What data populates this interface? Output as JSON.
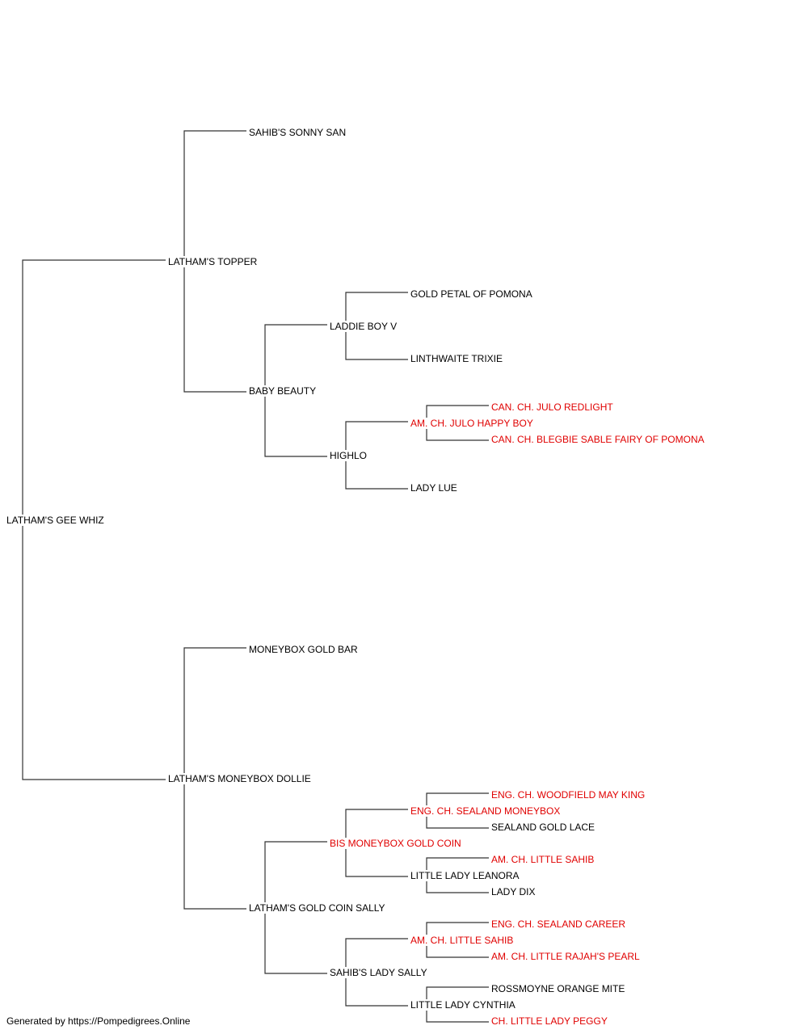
{
  "pedigree": {
    "subject": {
      "name": "LATHAM'S GEE WHIZ",
      "champion": false
    },
    "sire": {
      "name": "LATHAM'S TOPPER",
      "champion": false
    },
    "dam": {
      "name": "LATHAM'S MONEYBOX DOLLIE",
      "champion": false
    },
    "sire_sire": {
      "name": "SAHIB'S SONNY SAN",
      "champion": false
    },
    "sire_dam": {
      "name": "BABY BEAUTY",
      "champion": false
    },
    "sire_dam_sire": {
      "name": "LADDIE BOY V",
      "champion": false
    },
    "sire_dam_sire_sire": {
      "name": "GOLD PETAL OF POMONA",
      "champion": false
    },
    "sire_dam_sire_dam": {
      "name": "LINTHWAITE TRIXIE",
      "champion": false
    },
    "sire_dam_dam": {
      "name": "HIGHLO",
      "champion": false
    },
    "sire_dam_dam_sire": {
      "name": "AM. CH. JULO HAPPY BOY",
      "champion": true
    },
    "sire_dam_dam_sire_sire": {
      "name": "CAN. CH. JULO REDLIGHT",
      "champion": true
    },
    "sire_dam_dam_sire_dam": {
      "name": "CAN. CH. BLEGBIE SABLE FAIRY OF POMONA",
      "champion": true
    },
    "sire_dam_dam_dam": {
      "name": "LADY LUE",
      "champion": false
    },
    "dam_sire": {
      "name": "MONEYBOX GOLD BAR",
      "champion": false
    },
    "dam_dam": {
      "name": "LATHAM'S GOLD COIN SALLY",
      "champion": false
    },
    "dam_dam_sire": {
      "name": "BIS MONEYBOX GOLD COIN",
      "champion": true
    },
    "dam_dam_sire_sire": {
      "name": "ENG. CH. SEALAND MONEYBOX",
      "champion": true
    },
    "dam_dam_sire_sire_sire": {
      "name": "ENG. CH. WOODFIELD MAY KING",
      "champion": true
    },
    "dam_dam_sire_sire_dam": {
      "name": "SEALAND GOLD LACE",
      "champion": false
    },
    "dam_dam_sire_dam": {
      "name": "LITTLE LADY LEANORA",
      "champion": false
    },
    "dam_dam_sire_dam_sire": {
      "name": "AM. CH. LITTLE SAHIB",
      "champion": true
    },
    "dam_dam_sire_dam_dam": {
      "name": "LADY DIX",
      "champion": false
    },
    "dam_dam_dam": {
      "name": "SAHIB'S LADY SALLY",
      "champion": false
    },
    "dam_dam_dam_sire": {
      "name": "AM. CH. LITTLE SAHIB",
      "champion": true
    },
    "dam_dam_dam_sire_sire": {
      "name": "ENG. CH. SEALAND CAREER",
      "champion": true
    },
    "dam_dam_dam_sire_dam": {
      "name": "AM. CH. LITTLE RAJAH'S PEARL",
      "champion": true
    },
    "dam_dam_dam_dam": {
      "name": "LITTLE LADY CYNTHIA",
      "champion": false
    },
    "dam_dam_dam_dam_sire": {
      "name": "ROSSMOYNE ORANGE MITE",
      "champion": false
    },
    "dam_dam_dam_dam_dam": {
      "name": "CH. LITTLE LADY PEGGY",
      "champion": true
    }
  },
  "footer": {
    "text": "Generated by https://Pompedigrees.Online"
  },
  "colors": {
    "champion": "#e00000",
    "normal": "#000000",
    "line": "#333333"
  }
}
